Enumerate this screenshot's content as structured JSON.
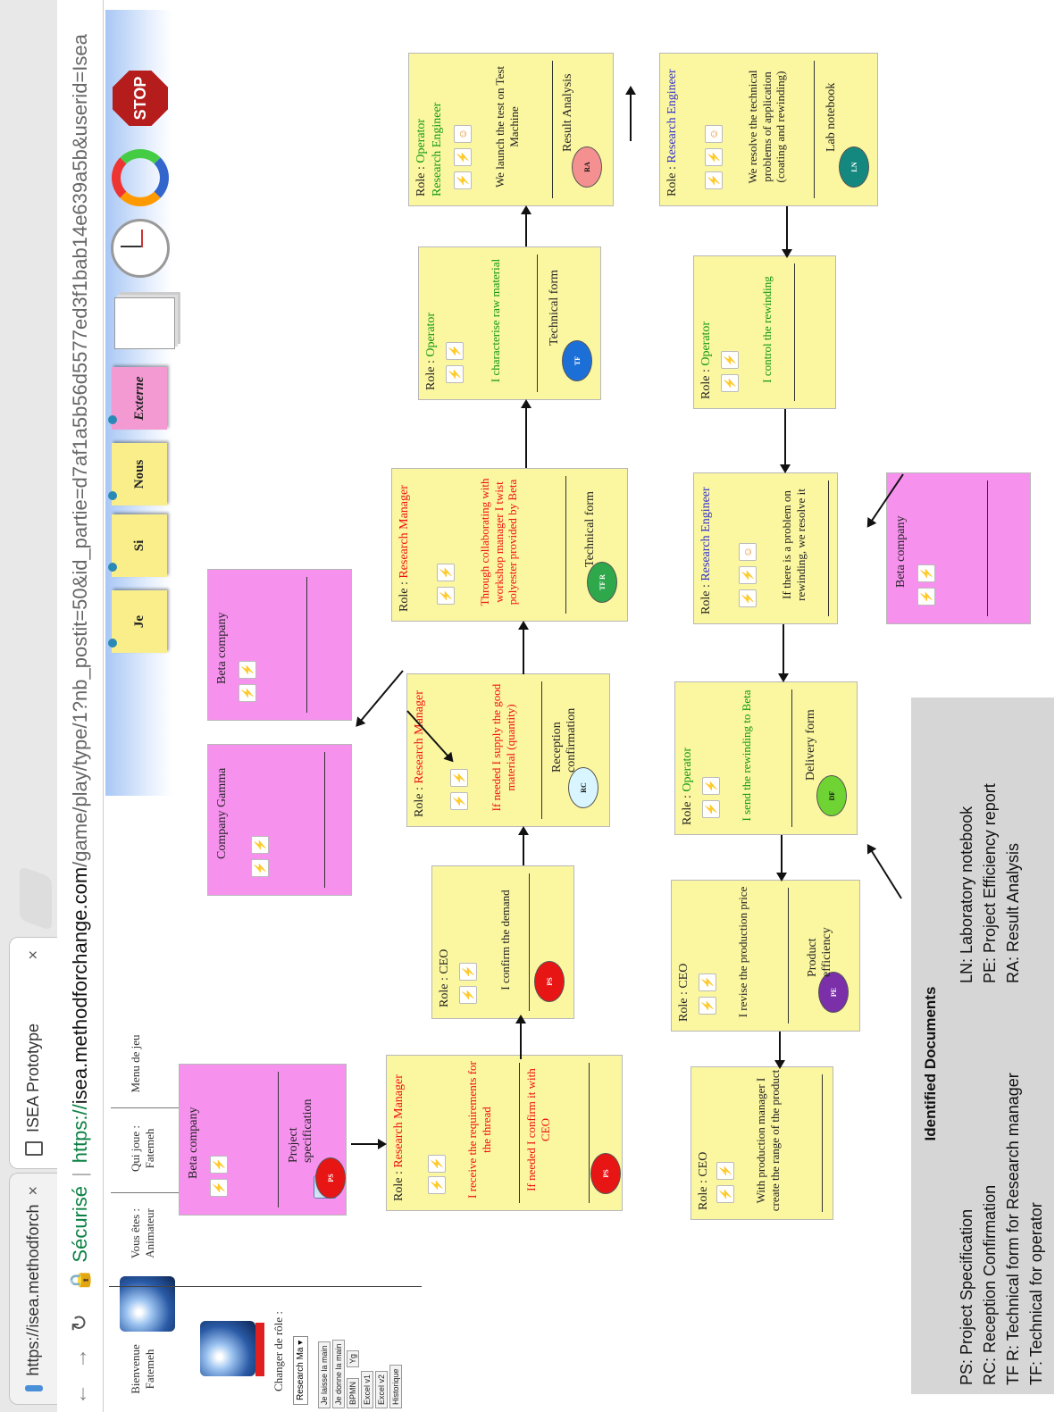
{
  "browser": {
    "tabs": [
      {
        "label": "https://isea.methodforch",
        "close": "×"
      },
      {
        "label": "ISEA Prototype",
        "close": "×"
      }
    ],
    "secure_label": "Sécurisé",
    "url_scheme": "https://",
    "url_host": "isea.methodforchange.com",
    "url_path": "/game/play/type/1?nb_postit=50&id_partie=d7af1a5b56d5577ed3f1bab14e639a5b&userid=Isea"
  },
  "sidebar": {
    "welcome": "Bienvenue Fatemeh",
    "you_are": "Vous êtes : Animateur",
    "who_plays": "Qui joue : Fatemeh",
    "menu": "Menu de jeu",
    "change_role": "Changer de rôle :",
    "role_select": "Research Ma ▾",
    "buttons": [
      "Je laisse la main",
      "Je donne la main",
      "BPMN",
      "Yg",
      "Excel v1",
      "Excel v2",
      "Historique"
    ]
  },
  "toolbar": {
    "postits": [
      "Je",
      "Si",
      "Nous",
      "Externe"
    ],
    "stop_label": "STOP"
  },
  "cards": {
    "c1": {
      "role_prefix": "Role : ",
      "role": "Research Manager",
      "text1": "I receive the requirements for the thread",
      "text2": "If needed I confirm it with CEO",
      "doc": "PS"
    },
    "c2": {
      "role_prefix": "Role : ",
      "role": "CEO",
      "text": "I confirm the demand",
      "doc": "PS"
    },
    "c3": {
      "role_prefix": "Role : ",
      "role": "Research Manager",
      "text": "If needed I supply the good material (quantity)",
      "docname": "Reception confirmation",
      "doc": "RC"
    },
    "c4": {
      "role_prefix": "Role : ",
      "role": "Research Manager",
      "text": "Through collaborating with workshop manager I twist polyester provided by Beta",
      "docname": "Technical form",
      "doc": "TF R"
    },
    "c5": {
      "role_prefix": "Role : ",
      "role": "Operator",
      "text": "I characterise raw material",
      "docname": "Technical form",
      "doc": "TF"
    },
    "c6": {
      "role_prefix": "Role : ",
      "role1": "Operator",
      "role2": "Research Engineer",
      "text": "We launch the test on Test Machine",
      "docname": "Result Analysis",
      "doc": "RA"
    },
    "c7": {
      "role_prefix": "Role : ",
      "role": "Research Engineer",
      "text": "We resolve the technical problems of application (coating and rewinding)",
      "docname": "Lab notebook",
      "doc": "LN"
    },
    "c8": {
      "role_prefix": "Role : ",
      "role": "Operator",
      "text": "I control the rewinding"
    },
    "c9": {
      "role_prefix": "Role : ",
      "role": "Research Engineer",
      "text": "If there is a problem on rewinding, we resolve it"
    },
    "c10": {
      "role_prefix": "Role : ",
      "role": "Operator",
      "text": "I send the rewinding to Beta",
      "docname": "Delivery form",
      "doc": "DF"
    },
    "c11": {
      "role_prefix": "Role : ",
      "role": "CEO",
      "text": "I revise the production price",
      "docname": "Product efficiency",
      "doc": "PE"
    },
    "c12": {
      "role_prefix": "Role : ",
      "role": "CEO",
      "text": "With production manager I create the range of the product"
    },
    "p1": {
      "title": "Beta company",
      "docname": "Project specification",
      "doc": "PS"
    },
    "p2": {
      "title": "Company Gamma"
    },
    "p3": {
      "title": "Beta company"
    },
    "p4": {
      "title": "Beta company"
    }
  },
  "legend": {
    "title": "Identified Documents",
    "items_left": [
      "PS: Project Specification",
      "RC: Reception Confirmation",
      "TF R: Technical form for Research manager",
      "TF: Technical for operator"
    ],
    "items_right": [
      "LN: Laboratory notebook",
      "PE: Project Efficiency report",
      "RA: Result Analysis"
    ]
  },
  "colors": {
    "card_yellow": "#fbf6a0",
    "card_pink": "#f691ee",
    "role_red": "#e11111",
    "role_green": "#119911",
    "role_blue": "#3030cc"
  }
}
